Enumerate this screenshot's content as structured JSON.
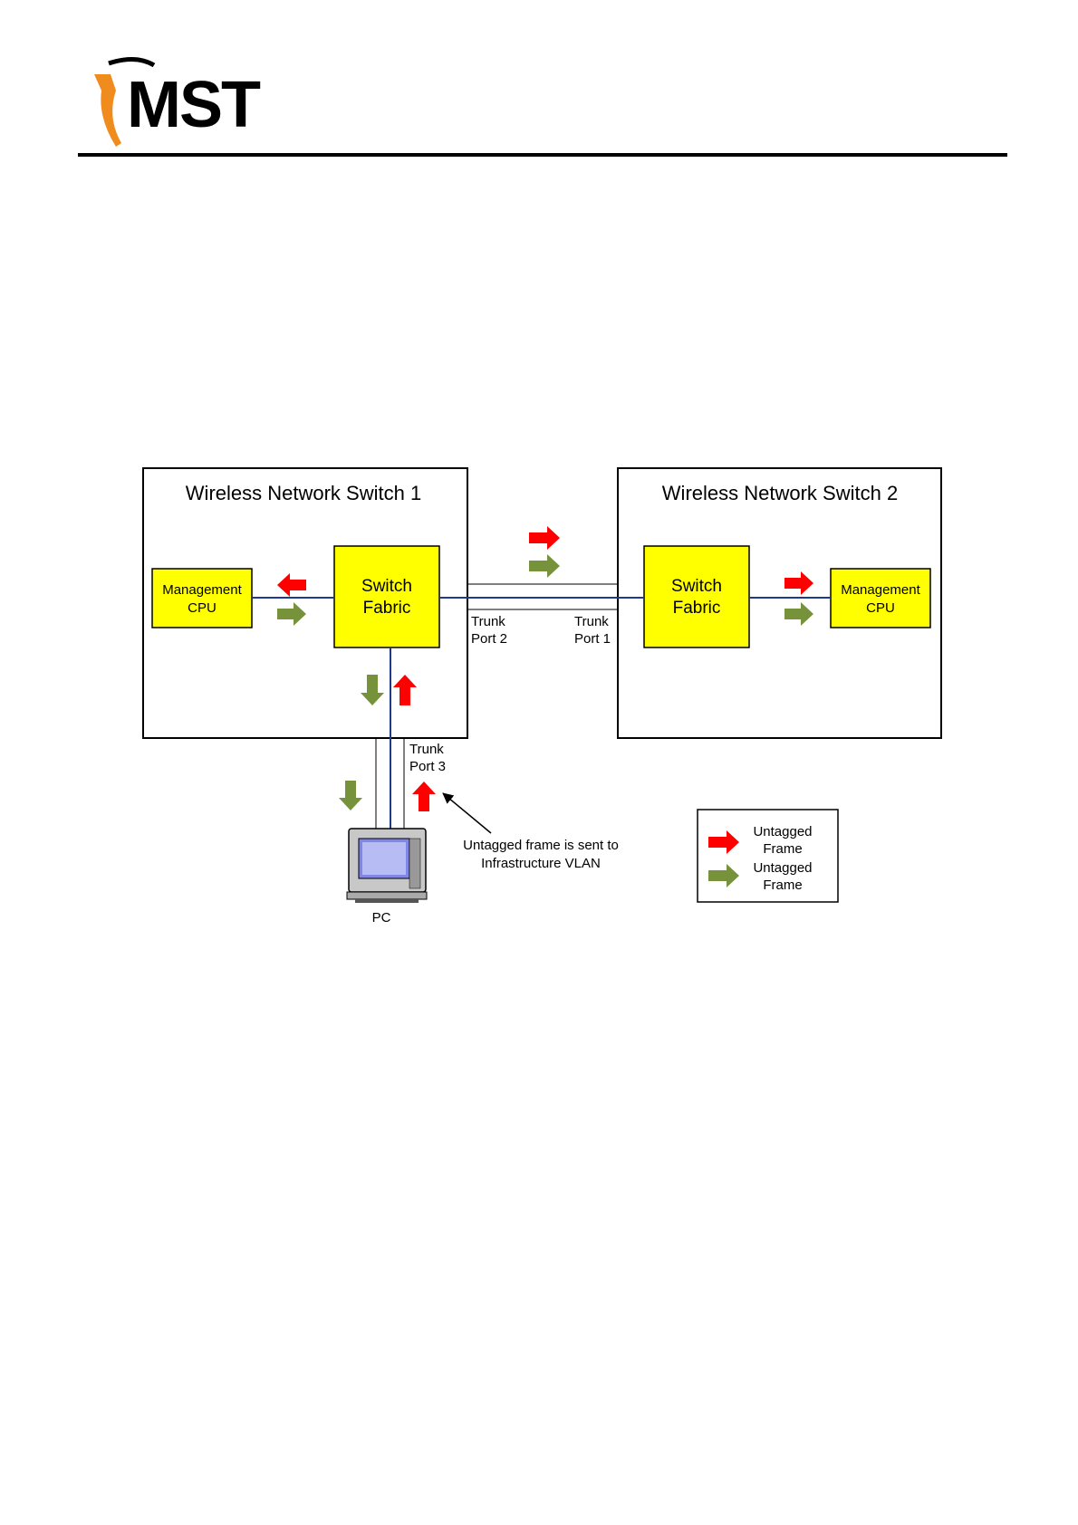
{
  "header": {
    "logo_text": "MST"
  },
  "colors": {
    "box_fill": "#ffff00",
    "link_blue": "#1f3a8a",
    "arrow_red": "#ff0000",
    "arrow_green": "#76933c",
    "logo_orange": "#f08c1e"
  },
  "diagram": {
    "switch1": {
      "title": "Wireless Network Switch 1",
      "mgmt_line1": "Management",
      "mgmt_line2": "CPU",
      "fabric_line1": "Switch",
      "fabric_line2": "Fabric"
    },
    "switch2": {
      "title": "Wireless Network Switch 2",
      "mgmt_line1": "Management",
      "mgmt_line2": "CPU",
      "fabric_line1": "Switch",
      "fabric_line2": "Fabric"
    },
    "ports": {
      "trunk2_line1": "Trunk",
      "trunk2_line2": "Port 2",
      "trunk1_line1": "Trunk",
      "trunk1_line2": "Port 1",
      "trunk3_line1": "Trunk",
      "trunk3_line2": "Port 3"
    },
    "pc_label": "PC",
    "annotation_line1": "Untagged frame is sent to",
    "annotation_line2": "Infrastructure VLAN",
    "legend": {
      "red_line1": "Untagged",
      "red_line2": "Frame",
      "green_line1": "Untagged",
      "green_line2": "Frame"
    }
  }
}
